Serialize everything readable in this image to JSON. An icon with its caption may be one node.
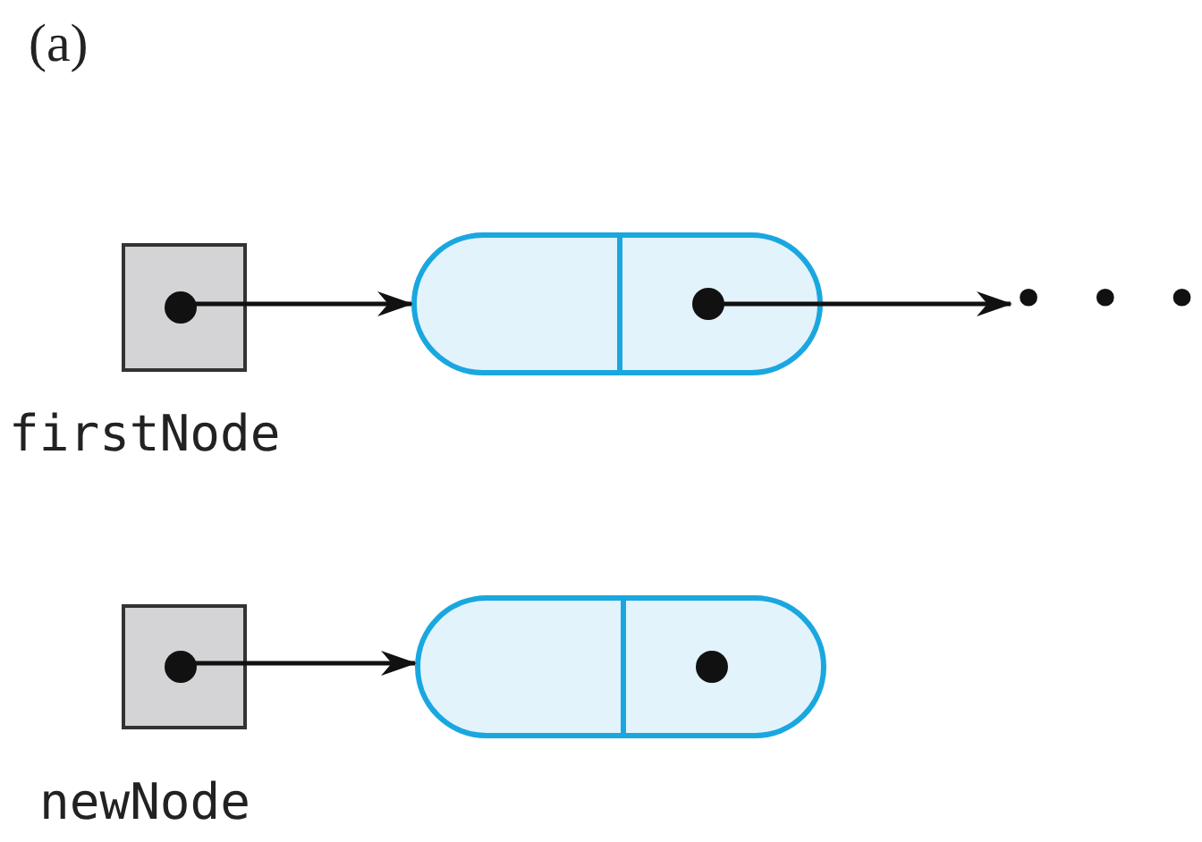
{
  "diagram": {
    "nodes": [
      {
        "text": [
          "firstNode"
        ]
      },
      {
        "text": [],
        "shape": "box"
      },
      {
        "text": [
          "• • •"
        ]
      },
      {
        "text": [
          "newNode"
        ]
      },
      {
        "text": [],
        "shape": "box"
      }
    ],
    "edges": [
      {
        "from": 0,
        "to": 1,
        "arrow": "to"
      },
      {
        "from": 1,
        "to": 2,
        "arrow": "to"
      },
      {
        "from": 3,
        "to": 4,
        "arrow": "to"
      }
    ],
    "labels": [
      "(a)"
    ]
  }
}
